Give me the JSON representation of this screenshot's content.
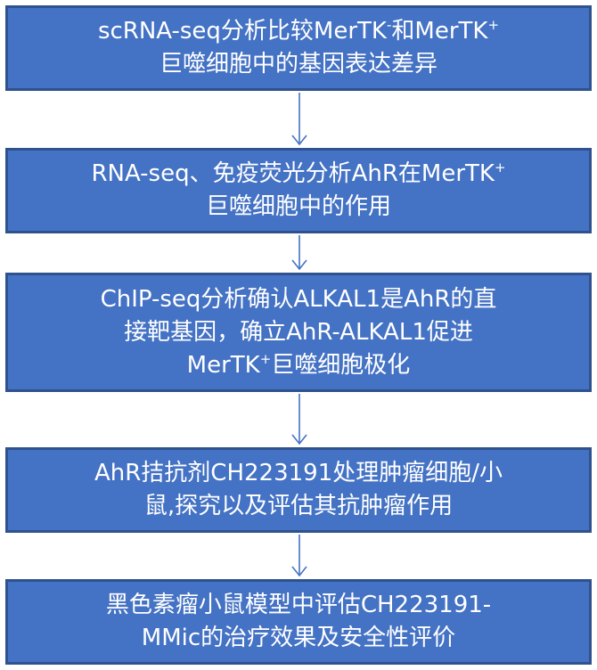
{
  "flowchart": {
    "steps": [
      {
        "lines": [
          {
            "main": "scRNA-seq分析比较MerTK",
            "sup1": "-",
            "mid": "和MerTK",
            "sup2": "+",
            "tail": ""
          },
          {
            "main": "巨噬细胞中的基因表达差异",
            "sup1": "",
            "mid": "",
            "sup2": "",
            "tail": ""
          }
        ]
      },
      {
        "lines": [
          {
            "main": "RNA-seq、免疫荧光分析AhR在MerTK",
            "sup1": "+",
            "mid": "",
            "sup2": "",
            "tail": ""
          },
          {
            "main": "巨噬细胞中的作用",
            "sup1": "",
            "mid": "",
            "sup2": "",
            "tail": ""
          }
        ]
      },
      {
        "lines": [
          {
            "main": "ChIP-seq分析确认ALKAL1是AhR的直",
            "sup1": "",
            "mid": "",
            "sup2": "",
            "tail": ""
          },
          {
            "main": "接靶基因，确立AhR-ALKAL1促进",
            "sup1": "",
            "mid": "",
            "sup2": "",
            "tail": ""
          },
          {
            "main": "MerTK",
            "sup1": "+",
            "mid": "巨噬细胞极化",
            "sup2": "",
            "tail": ""
          }
        ]
      },
      {
        "lines": [
          {
            "main": "AhR拮抗剂CH223191处理肿瘤细胞/小",
            "sup1": "",
            "mid": "",
            "sup2": "",
            "tail": ""
          },
          {
            "main": "鼠,探究以及评估其抗肿瘤作用",
            "sup1": "",
            "mid": "",
            "sup2": "",
            "tail": ""
          }
        ]
      },
      {
        "lines": [
          {
            "main": "黑色素瘤小鼠模型中评估CH223191-",
            "sup1": "",
            "mid": "",
            "sup2": "",
            "tail": ""
          },
          {
            "main": "MMic的治疗效果及安全性评价",
            "sup1": "",
            "mid": "",
            "sup2": "",
            "tail": ""
          }
        ]
      }
    ],
    "colors": {
      "box_fill": "#4472c4",
      "box_border": "#2f528f",
      "text": "#ffffff",
      "arrow": "#4472c4"
    }
  }
}
